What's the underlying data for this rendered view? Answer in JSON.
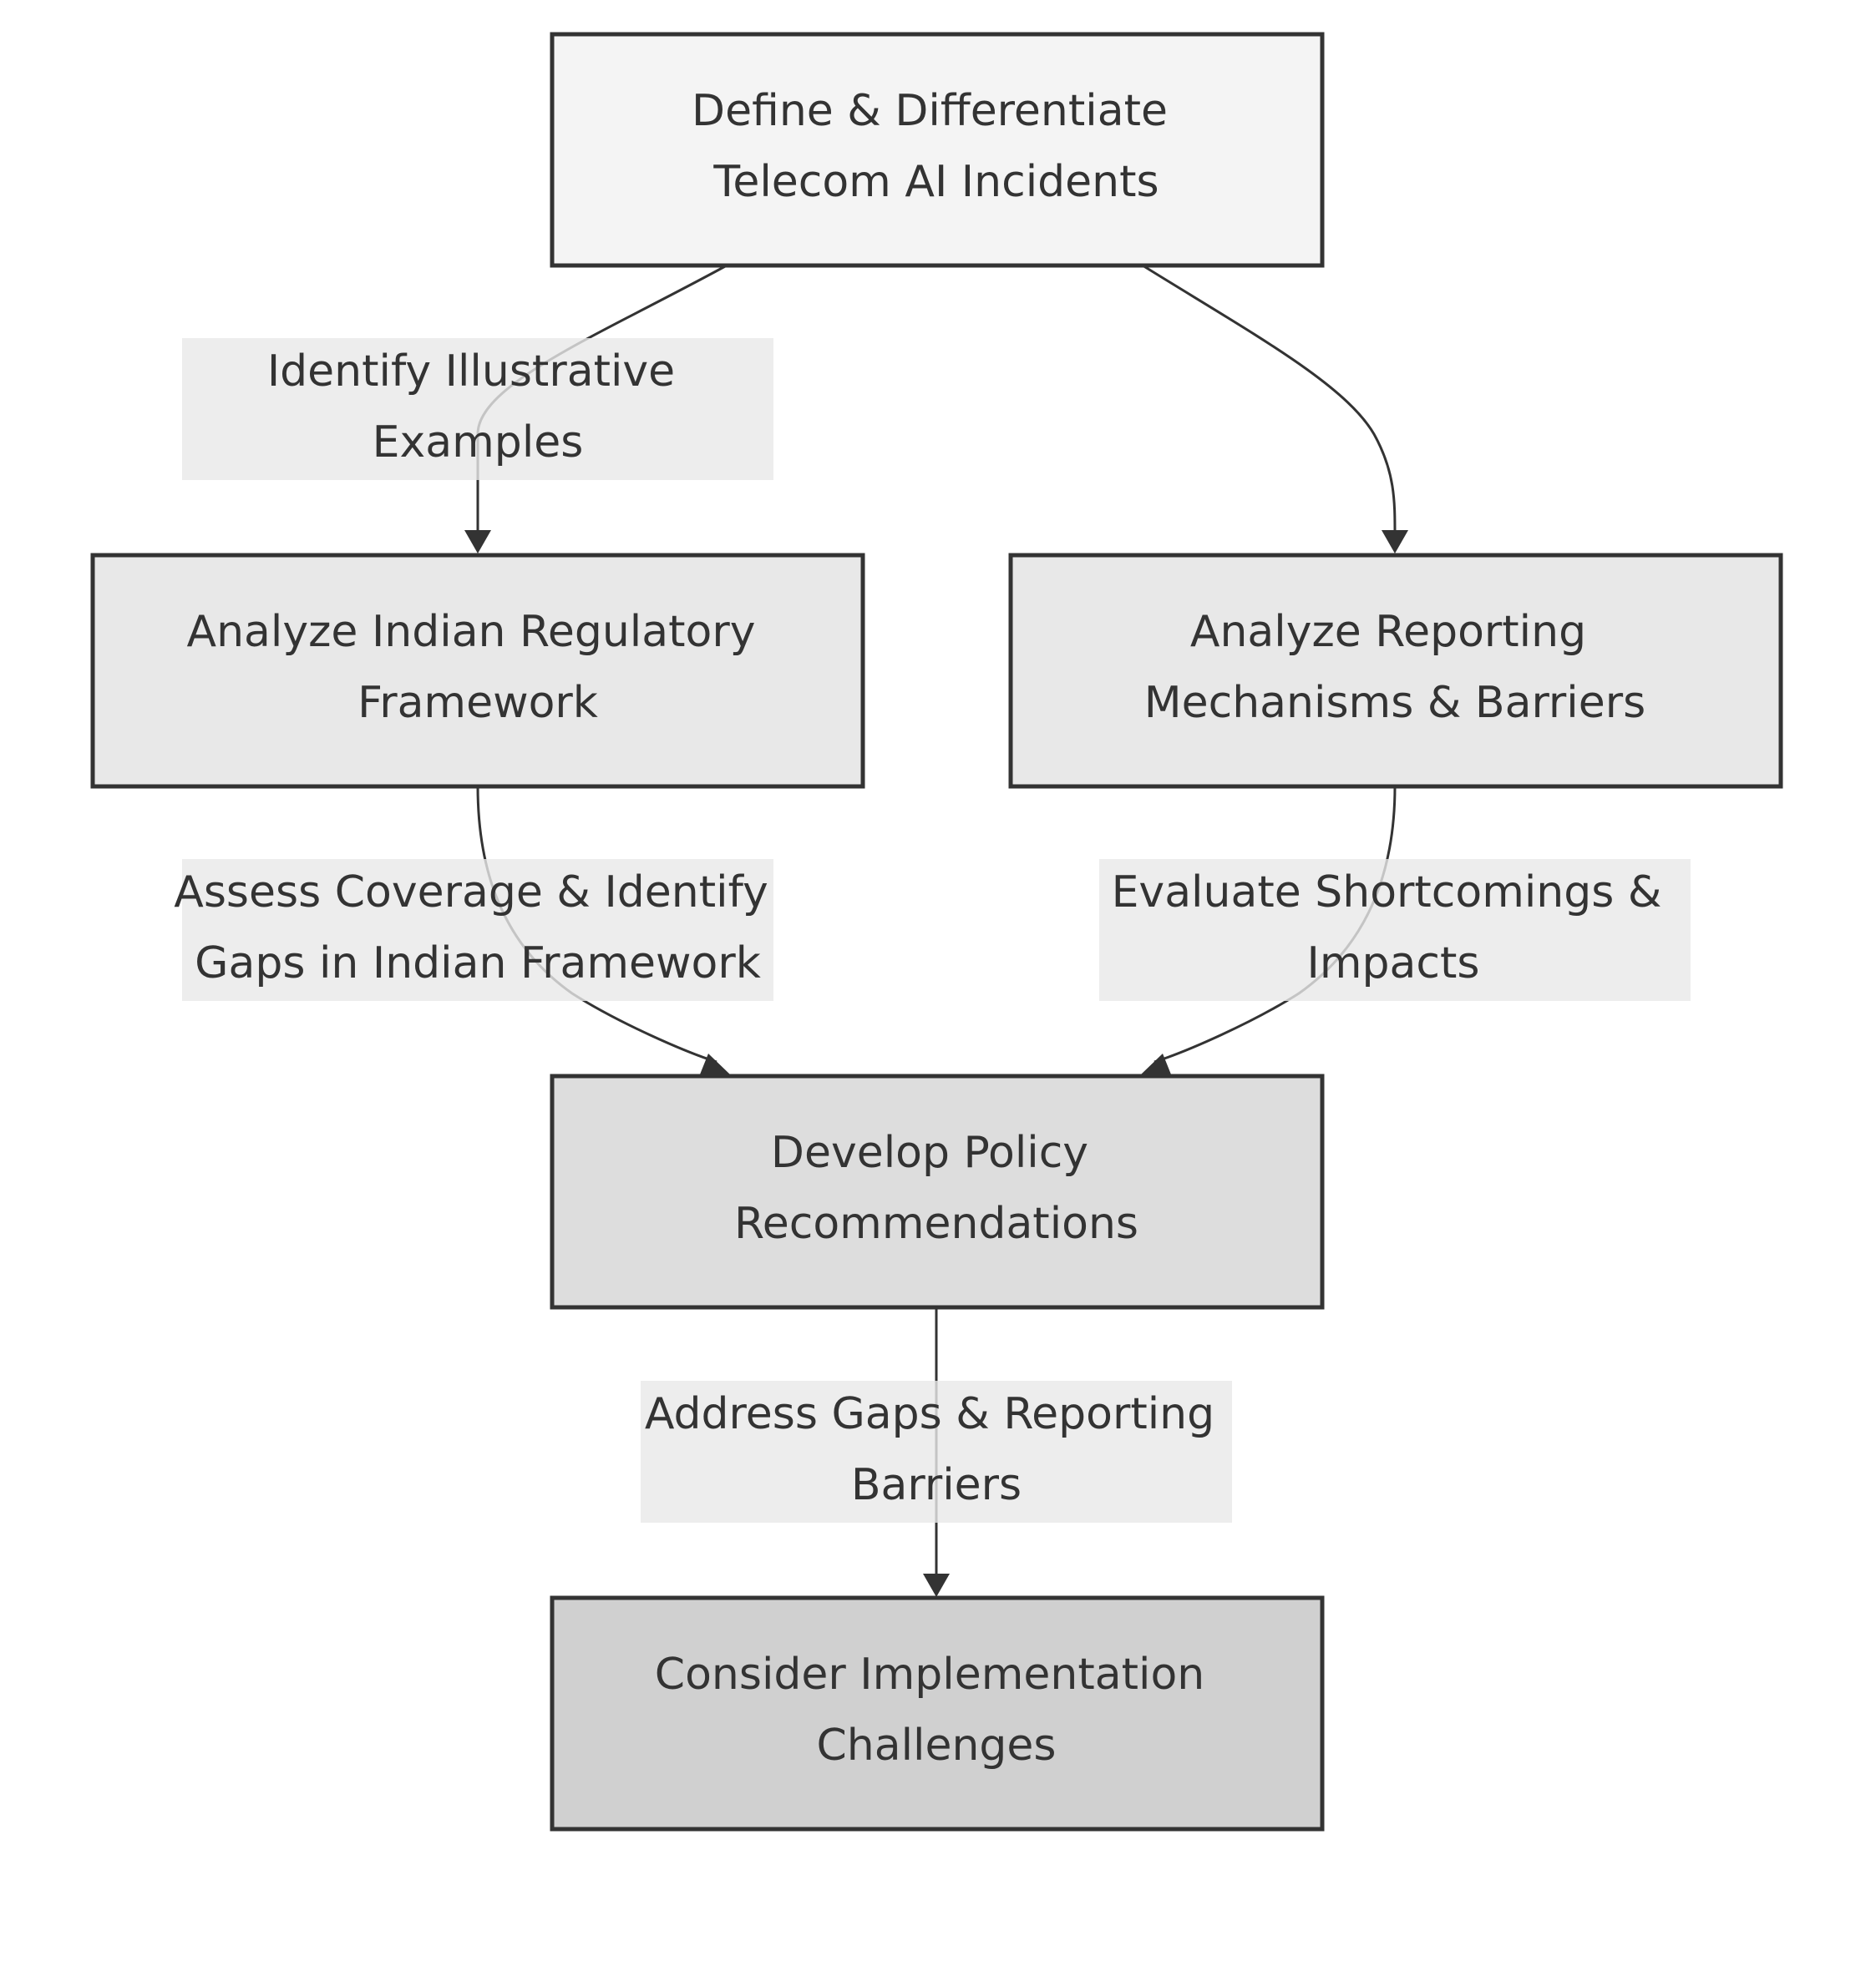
{
  "colors": {
    "border": "#333333",
    "text": "#333333",
    "edge_label_bg": "#e8e8e8",
    "node_define_fill": "#f4f4f4",
    "node_analyze_fill": "#e8e8e8",
    "node_develop_fill": "#dddddd",
    "node_consider_fill": "#d0d0d0"
  },
  "nodes": {
    "define": {
      "lines": [
        "Define & Differentiate",
        "Telecom AI Incidents"
      ]
    },
    "analyze_regulatory": {
      "lines": [
        "Analyze Indian Regulatory",
        "Framework"
      ]
    },
    "analyze_reporting": {
      "lines": [
        "Analyze Reporting",
        "Mechanisms & Barriers"
      ]
    },
    "develop_policy": {
      "lines": [
        "Develop Policy",
        "Recommendations"
      ]
    },
    "consider_implementation": {
      "lines": [
        "Consider Implementation",
        "Challenges"
      ]
    }
  },
  "edges": {
    "identify_examples": {
      "lines": [
        "Identify Illustrative",
        "Examples"
      ]
    },
    "assess_coverage": {
      "lines": [
        "Assess Coverage & Identify",
        "Gaps in Indian Framework"
      ]
    },
    "evaluate_shortcomings": {
      "lines": [
        "Evaluate Shortcomings &",
        "Impacts"
      ]
    },
    "address_gaps": {
      "lines": [
        "Address Gaps & Reporting",
        "Barriers"
      ]
    }
  }
}
